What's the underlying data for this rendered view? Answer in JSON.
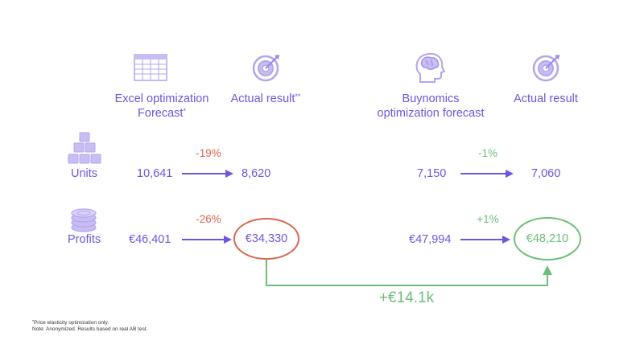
{
  "columns": {
    "excel_forecast": {
      "line1": "Excel optimization",
      "line2": "Forecast",
      "mark": "*"
    },
    "excel_actual": {
      "label": "Actual result",
      "mark": "**"
    },
    "buynomics_forecast": {
      "line1": "Buynomics",
      "line2": "optimization forecast"
    },
    "buynomics_actual": {
      "label": "Actual result"
    }
  },
  "rows": {
    "units": {
      "label": "Units",
      "excel_forecast": "10,641",
      "excel_actual": "8,620",
      "excel_change": "-19%",
      "buynomics_forecast": "7,150",
      "buynomics_actual": "7,060",
      "buynomics_change": "-1%"
    },
    "profits": {
      "label": "Profits",
      "excel_forecast": "€46,401",
      "excel_actual": "€34,330",
      "excel_change": "-26%",
      "buynomics_forecast": "€47,994",
      "buynomics_actual": "€48,210",
      "buynomics_change": "+1%"
    }
  },
  "difference": "+€14.1k",
  "footnotes": {
    "line1_mark": "*",
    "line1": "Price elasticity optimization only.",
    "line2": "Note: Anonymized. Results based on real AB test."
  },
  "icons": [
    "spreadsheet-icon",
    "target-icon",
    "brain-head-icon",
    "target-icon",
    "boxes-icon",
    "coins-icon"
  ],
  "colors": {
    "primary": "#6e55e0",
    "negative": "#d9664f",
    "positive": "#6cbf7a",
    "icon_fill": "#c9bdf3"
  }
}
